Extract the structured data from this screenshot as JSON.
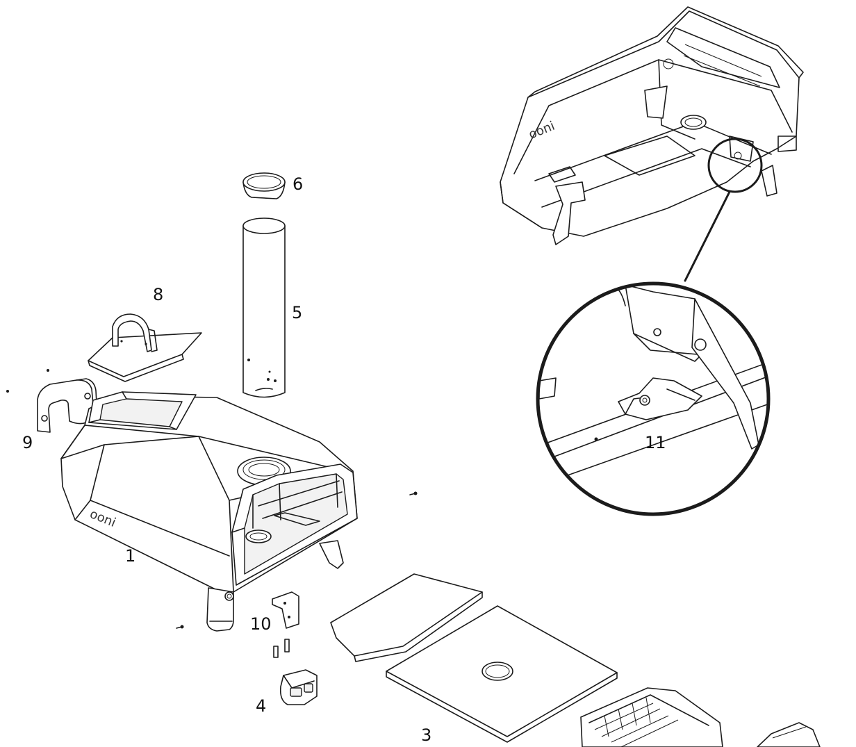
{
  "logo_text": "ooni",
  "part_labels": [
    {
      "id": "part-1",
      "text": "1"
    },
    {
      "id": "part-3",
      "text": "3"
    },
    {
      "id": "part-4",
      "text": "4"
    },
    {
      "id": "part-5",
      "text": "5"
    },
    {
      "id": "part-6",
      "text": "6"
    },
    {
      "id": "part-8",
      "text": "8"
    },
    {
      "id": "part-9",
      "text": "9"
    },
    {
      "id": "part-10",
      "text": "10"
    },
    {
      "id": "part-11",
      "text": "11"
    }
  ]
}
